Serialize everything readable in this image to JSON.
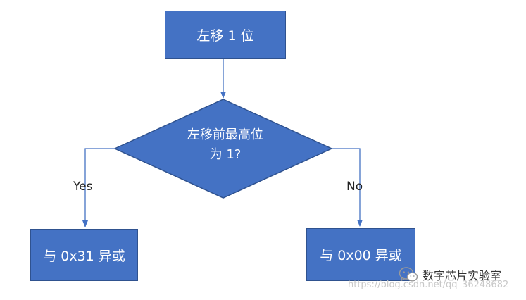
{
  "nodes": {
    "shift": "左移 1 位",
    "decision_line1": "左移前最高位",
    "decision_line2": "为 1?",
    "xor31": "与 0x31 异或",
    "xor00": "与 0x00 异或"
  },
  "edges": {
    "yes_label": "Yes",
    "no_label": "No"
  },
  "watermark": {
    "brand": "数字芯片实验室",
    "url": "https://blog.csdn.net/qq_36248682",
    "icon": "wechat-icon"
  },
  "colors": {
    "node_fill": "#4472c4",
    "node_border": "#2f528f",
    "arrow": "#4472c4"
  }
}
